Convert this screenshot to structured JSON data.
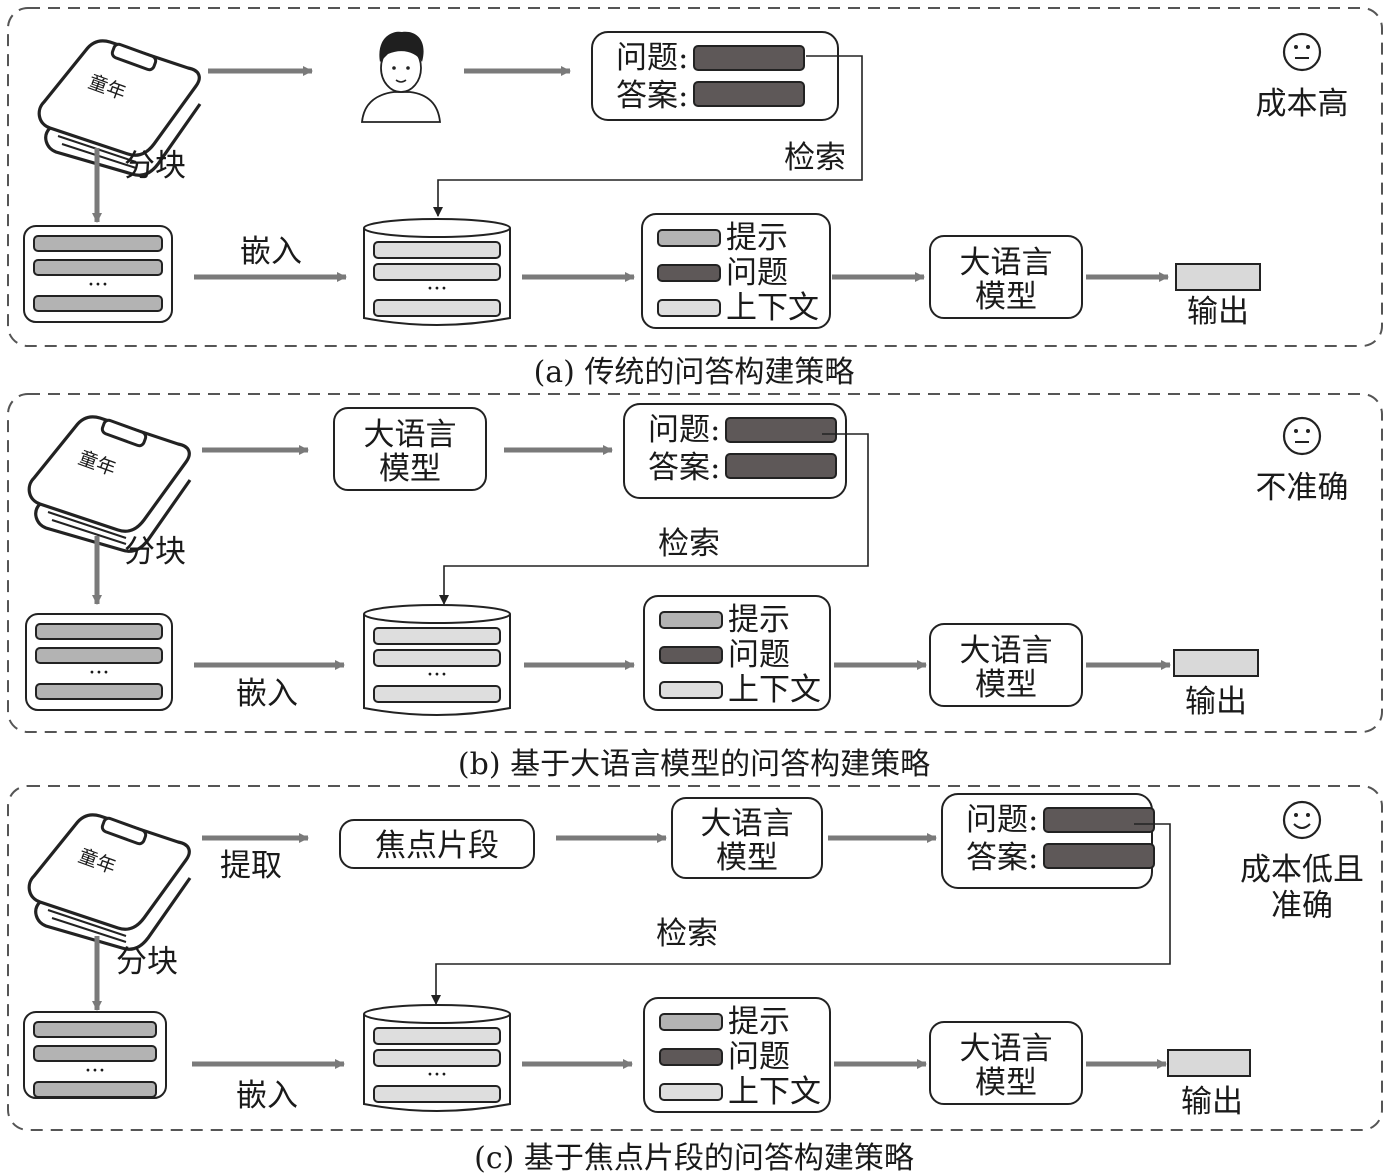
{
  "panels": [
    {
      "id": "a",
      "caption": "(a) 传统的问答构建策略",
      "book_title": "童年",
      "chunk_label": "分块",
      "embed_label": "嵌入",
      "retrieve_label": "检索",
      "generator_kind": "person",
      "generator_label": "",
      "extract_label": "",
      "focus_label": "",
      "qa": {
        "question": "问题:",
        "answer": "答案:"
      },
      "prompt_items": [
        "提示",
        "问题",
        "上下文"
      ],
      "llm": [
        "大语言",
        "模型"
      ],
      "output_label": "输出",
      "verdict_face": "neutral",
      "verdict": [
        "成本高"
      ]
    },
    {
      "id": "b",
      "caption": "(b) 基于大语言模型的问答构建策略",
      "book_title": "童年",
      "chunk_label": "分块",
      "embed_label": "嵌入",
      "retrieve_label": "检索",
      "generator_kind": "llm",
      "generator_label": [
        "大语言",
        "模型"
      ],
      "extract_label": "",
      "focus_label": "",
      "qa": {
        "question": "问题:",
        "answer": "答案:"
      },
      "prompt_items": [
        "提示",
        "问题",
        "上下文"
      ],
      "llm": [
        "大语言",
        "模型"
      ],
      "output_label": "输出",
      "verdict_face": "neutral",
      "verdict": [
        "不准确"
      ]
    },
    {
      "id": "c",
      "caption": "(c) 基于焦点片段的问答构建策略",
      "book_title": "童年",
      "chunk_label": "分块",
      "embed_label": "嵌入",
      "retrieve_label": "检索",
      "generator_kind": "focus",
      "generator_label": [
        "大语言",
        "模型"
      ],
      "extract_label": "提取",
      "focus_label": "焦点片段",
      "qa": {
        "question": "问题:",
        "answer": "答案:"
      },
      "prompt_items": [
        "提示",
        "问题",
        "上下文"
      ],
      "llm": [
        "大语言",
        "模型"
      ],
      "output_label": "输出",
      "verdict_face": "smile",
      "verdict": [
        "成本低且",
        "准确"
      ]
    }
  ],
  "colors": {
    "dark_bar": "#5e5858",
    "mid_bar": "#b3b3b3",
    "light_bar": "#dedede",
    "output_fill": "#d9d9d9",
    "arrow": "#7a7a7a",
    "line": "#222222",
    "dash": "#555555"
  }
}
